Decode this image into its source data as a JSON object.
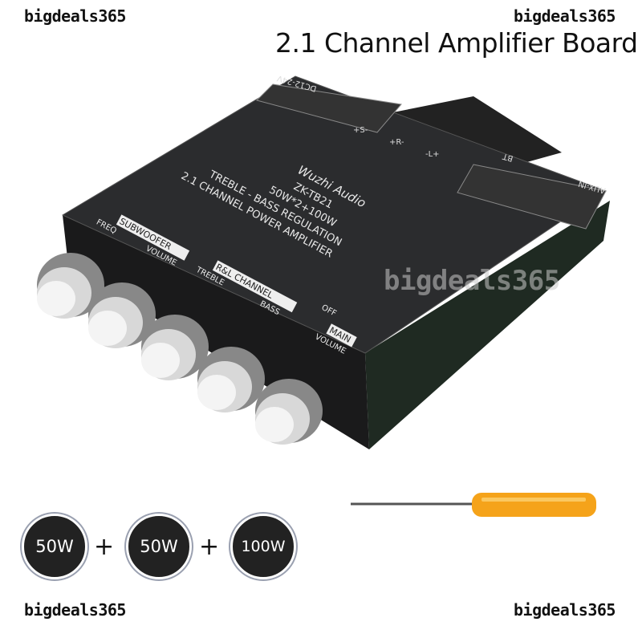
{
  "watermarks": [
    "bigdeals365",
    "bigdeals365",
    "bigdeals365",
    "bigdeals365",
    "bigdeals365"
  ],
  "title": "2.1 Channel Amplifier Board",
  "board": {
    "brand": "Wuzhi Audio",
    "model": "ZK-TB21",
    "power": "50W*2+100W",
    "line1": "TREBLE - BASS REGULATION",
    "line2": "2.1 CHANNEL POWER AMPLIFIER",
    "subwoofer_label": "SUBWOOFER",
    "freq_label": "FREQ",
    "volume_label": "VOLUME",
    "rl_label": "R&L CHANNEL",
    "treble_label": "TREBLE",
    "bass_label": "BASS",
    "off_label": "OFF",
    "main_label": "MAIN",
    "main_volume_label": "VOLUME",
    "dc_label": "DC12-24V",
    "bt_label": "BT",
    "aux_label": "AUX-IN",
    "speaker_labels": [
      "+S-",
      "+R-",
      "-L+"
    ]
  },
  "badges": [
    "50W",
    "50W",
    "100W"
  ],
  "plus_sign": "+",
  "colors": {
    "board": "#2b2c2e",
    "accent_handle": "#f5a31a",
    "badge": "#222222"
  }
}
